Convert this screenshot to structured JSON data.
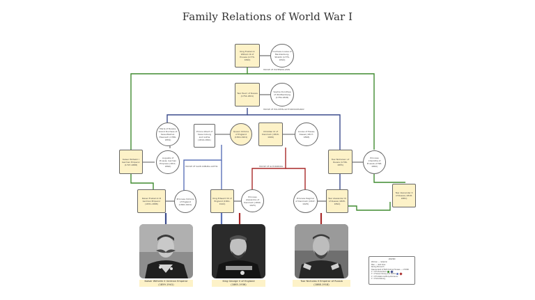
{
  "title": "Family Relations of World War I",
  "nodes": {
    "fw3": "King Frederick William III of Prussia (1770-1840)",
    "louise": "Duchess Louise of Mecklenburg-Strelitz (1776-1810)",
    "nicholas1": "Tsar Paul I of Russia (1754-1801)",
    "charlotte": "Sophie Dorothea of Württemberg (1759-1828)",
    "maria": "Maria of Russia, Grand Duchess of Saxe-Weimar-Eisenach (1786-1859)",
    "augusta": "Augusta of Prussia, German Empress (1811-1890)",
    "albert": "Prince Albert of Saxe-Coburg and Gotha (1819-1861)",
    "victoria": "Queen Victoria of England (1819-1901)",
    "christian9": "Christian IX of Denmark (1818-1906)",
    "louise_hk": "Louise of Hesse-Kassel (1817-1898)",
    "wilhelm1": "Kaiser Wilhelm I German Emperor (1797-1888)",
    "nicholas1b": "Tsar Nicholas I of Russia (1796-1855)",
    "charlotte_p": "Princess Charlotte of Prussia (1798-1860)",
    "alex2": "Tsar Alexander II of Russia (1818-1881)",
    "fred3": "Kaiser Frederick III German Emperor (1831-1888)",
    "vicky": "Princess Victoria of England (1840-1901)",
    "edward7": "King Edward VII of England (1841-1910)",
    "alexandra": "Princess Alexandra of Denmark (1844-1925)",
    "dagmar": "Princess Dagmar of Denmark (1847-1928)",
    "alex3": "Tsar Alexander III of Russia (1845-1894)"
  },
  "houses": {
    "hohenzollern": "HOUSE OF HOHENZOLLERN",
    "holstein": "HOUSE OF HOLSTEIN-GOTTORP-ROMANOV",
    "saxe": "HOUSE OF SAXE-COBURG-GOTHA",
    "glucksburg": "HOUSE OF GLÜCKSBURG"
  },
  "captions": {
    "wilhelm": "Kaiser Wilhelm II German Emperor",
    "wilhelm_years": "(1859-1941)",
    "george": "King George V of England",
    "george_years": "(1865-1936)",
    "nicholas": "Tsar Nicholas II Emperor of Russia",
    "nicholas_years": "(1868-1918)"
  },
  "legend": {
    "title": "LEGEND",
    "rows": [
      "Women — red/pink",
      "Men — dark blue",
      "Ruling Monarch",
      "Descendent of Both Ruling Houses — of WWI",
      "1° of Hohenzollern",
      "1° of Saxe-Coburg and Gotha",
      "1° of Holstein-Gottorp-Romanov",
      "1° of Glücksburg"
    ]
  },
  "colors": {
    "hohenzollern": "#3f8a2f",
    "romanov": "#3a4a8c",
    "saxe": "#5c72b8",
    "glucksburg": "#a82828",
    "node_fill": "#fdf2c8"
  }
}
